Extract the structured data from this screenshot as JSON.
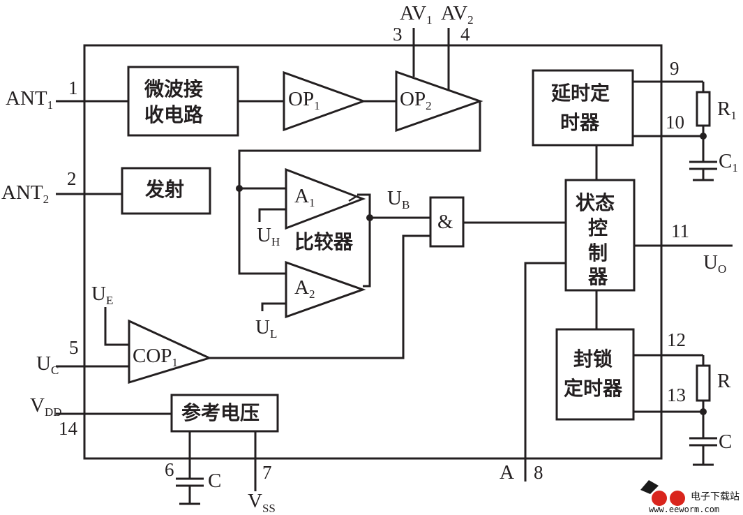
{
  "pins": {
    "ant1": {
      "name": "ANT",
      "sub": "1",
      "num": "1"
    },
    "ant2": {
      "name": "ANT",
      "sub": "2",
      "num": "2"
    },
    "av1": {
      "name": "AV",
      "sub": "1",
      "num": "3"
    },
    "av2": {
      "name": "AV",
      "sub": "2",
      "num": "4"
    },
    "uc": {
      "name": "U",
      "sub": "C",
      "num": "5"
    },
    "cap6": {
      "num": "6",
      "cap": "C"
    },
    "vss": {
      "name": "V",
      "sub": "SS",
      "num": "7"
    },
    "a8": {
      "name": "A",
      "num": "8"
    },
    "p9": {
      "num": "9"
    },
    "p10": {
      "num": "10"
    },
    "uo": {
      "name": "U",
      "sub": "O",
      "num": "11"
    },
    "p12": {
      "num": "12"
    },
    "p13": {
      "num": "13"
    },
    "vdd": {
      "name": "V",
      "sub": "DD",
      "num": "14"
    }
  },
  "blocks": {
    "microwave_line1": "微波接",
    "microwave_line2": "收电路",
    "transmit": "发射",
    "comparator": "比较器",
    "delay_line1": "延时定",
    "delay_line2": "时器",
    "state_line1": "状态",
    "state_line2": "控",
    "state_line3": "制",
    "state_line4": "器",
    "lock_line1": "封锁",
    "lock_line2": "定时器",
    "reference": "参考电压",
    "and_gate": "&"
  },
  "amps": {
    "op1": {
      "name": "OP",
      "sub": "1"
    },
    "op2": {
      "name": "OP",
      "sub": "2"
    },
    "a1": {
      "name": "A",
      "sub": "1"
    },
    "a2": {
      "name": "A",
      "sub": "2"
    },
    "cop1": {
      "name": "COP",
      "sub": "1"
    }
  },
  "signals": {
    "ub": {
      "name": "U",
      "sub": "B"
    },
    "uh": {
      "name": "U",
      "sub": "H"
    },
    "ul": {
      "name": "U",
      "sub": "L"
    },
    "ue": {
      "name": "U",
      "sub": "E"
    }
  },
  "components": {
    "r1": {
      "name": "R",
      "sub": "1"
    },
    "c1": {
      "name": "C",
      "sub": "1"
    },
    "r": {
      "name": "R"
    },
    "c": {
      "name": "C"
    }
  },
  "watermark": {
    "brand": "电子下载站",
    "url": "www.eeworm.com"
  }
}
